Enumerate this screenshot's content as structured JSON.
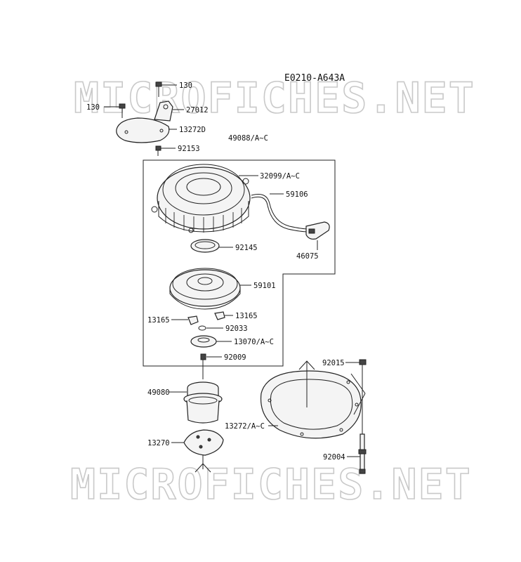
{
  "diagram": {
    "code": "E0210-A643A",
    "watermark": "MICROFICHES.NET",
    "labels": {
      "p130a": "130",
      "p130b": "130",
      "p27012": "27012",
      "p13272D": "13272D",
      "p92153": "92153",
      "p49088": "49088/A~C",
      "p32099": "32099/A~C",
      "p59106": "59106",
      "p92145": "92145",
      "p46075": "46075",
      "p59101": "59101",
      "p13165a": "13165",
      "p13165b": "13165",
      "p92033": "92033",
      "p13070": "13070/A~C",
      "p92009": "92009",
      "p49080": "49080",
      "p13270": "13270",
      "p92015": "92015",
      "p13272": "13272/A~C",
      "p92004": "92004"
    }
  }
}
